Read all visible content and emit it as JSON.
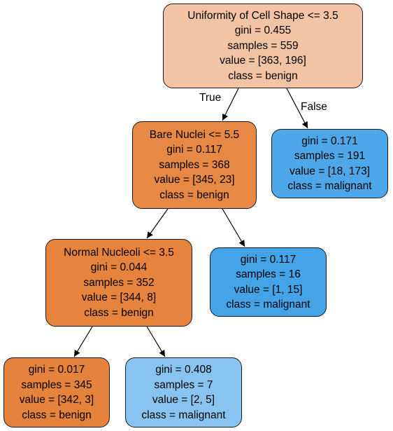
{
  "tree": {
    "n0": {
      "split": "Uniformity of Cell Shape <= 3.5",
      "gini": "gini = 0.455",
      "samples": "samples = 559",
      "value": "value = [363, 196]",
      "class": "class = benign",
      "color": "#f3c4a3"
    },
    "n1": {
      "split": "Bare Nuclei <= 5.5",
      "gini": "gini = 0.117",
      "samples": "samples = 368",
      "value": "value = [345, 23]",
      "class": "class = benign",
      "color": "#e78945"
    },
    "n2": {
      "split": "Normal Nucleoli <= 3.5",
      "gini": "gini = 0.044",
      "samples": "samples = 352",
      "value": "value = [344, 8]",
      "class": "class = benign",
      "color": "#e6843e"
    },
    "n3": {
      "gini": "gini = 0.017",
      "samples": "samples = 345",
      "value": "value = [342, 3]",
      "class": "class = benign",
      "color": "#e5823b"
    },
    "n4": {
      "gini": "gini = 0.408",
      "samples": "samples = 7",
      "value": "value = [2, 5]",
      "class": "class = malignant",
      "color": "#88c4ef"
    },
    "n5": {
      "gini": "gini = 0.117",
      "samples": "samples = 16",
      "value": "value = [1, 15]",
      "class": "class = malignant",
      "color": "#45a3e7"
    },
    "n6": {
      "gini": "gini = 0.171",
      "samples": "samples = 191",
      "value": "value = [18, 173]",
      "class": "class = malignant",
      "color": "#4ea7e8"
    }
  },
  "edges": {
    "true_label": "True",
    "false_label": "False"
  }
}
